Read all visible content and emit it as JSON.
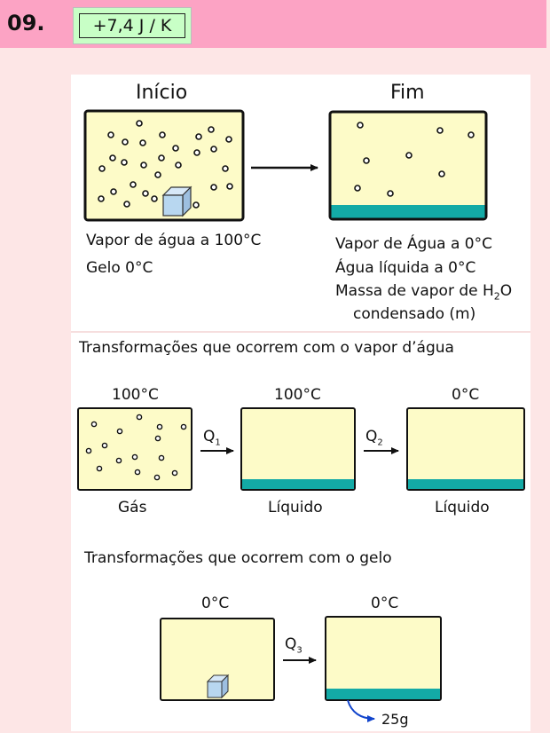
{
  "header": {
    "question_number": "09.",
    "answer": "+7,4 J / K"
  },
  "top": {
    "start_title": "Início",
    "end_title": "Fim",
    "start_labels": [
      "Vapor de água a 100°C",
      "Gelo 0°C"
    ],
    "end_labels": [
      "Vapor de Água a 0°C",
      "Água líquida a 0°C",
      "Massa de vapor de H",
      "condensado (m)"
    ],
    "h2o_sub": "2",
    "h2o_tail": "O"
  },
  "vapor_section": {
    "title": "Transformações que ocorrem com o vapor d’água",
    "temps": [
      "100°C",
      "100°C",
      "0°C"
    ],
    "states": [
      "Gás",
      "Líquido",
      "Líquido"
    ],
    "q1": "Q",
    "q1_sub": "1",
    "q2": "Q",
    "q2_sub": "2"
  },
  "ice_section": {
    "title": "Transformações que ocorrem com o gelo",
    "temps": [
      "0°C",
      "0°C"
    ],
    "q3": "Q",
    "q3_sub": "3",
    "mass": "25g"
  },
  "colors": {
    "box_fill": "#fdfbc8",
    "water": "#13aaa6",
    "ice": "#b8d7f0",
    "arrow_blue": "#1144cc"
  }
}
